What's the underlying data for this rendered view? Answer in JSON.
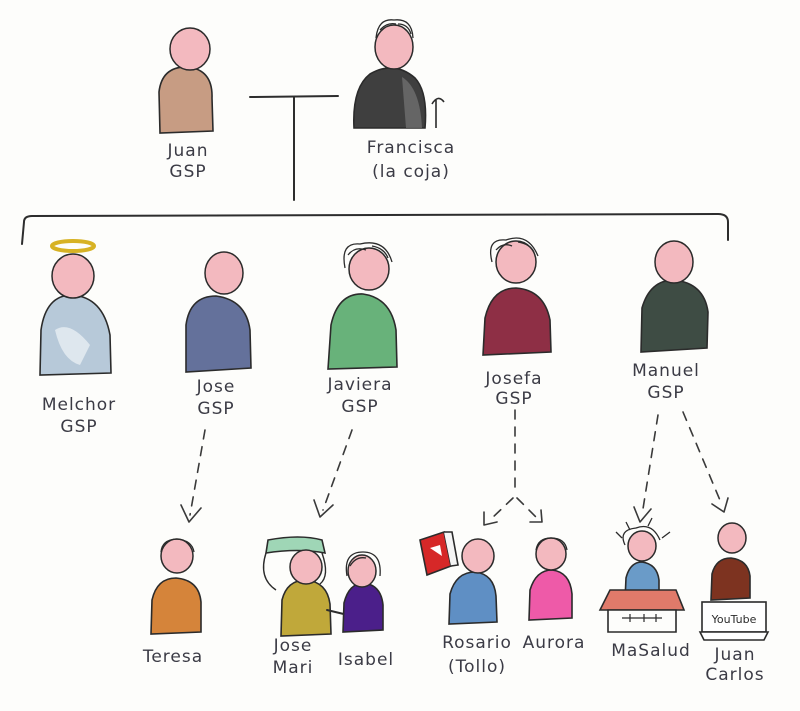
{
  "parents": {
    "father": {
      "line1": "Juan",
      "line2": "GSP",
      "color": "#c79c83"
    },
    "mother": {
      "line1": "Francisca",
      "line2": "(la coja)",
      "color": "#3f3f3f"
    }
  },
  "children": [
    {
      "line1": "Melchor",
      "line2": "GSP",
      "color": "#b7c9d9"
    },
    {
      "line1": "Jose",
      "line2": "GSP",
      "color": "#64719b"
    },
    {
      "line1": "Javiera",
      "line2": "GSP",
      "color": "#68b27a"
    },
    {
      "line1": "Josefa",
      "line2": "GSP",
      "color": "#8e2f45"
    },
    {
      "line1": "Manuel",
      "line2": "GSP",
      "color": "#3e4c44"
    }
  ],
  "grandchildren": [
    {
      "line1": "Teresa",
      "line2": "",
      "color": "#d5843a"
    },
    {
      "line1": "Jose",
      "line2": "Mari",
      "color": "#c0a83a"
    },
    {
      "line1": "Isabel",
      "line2": "",
      "color": "#4b1f8a"
    },
    {
      "line1": "Rosario",
      "line2": "(Tollo)",
      "color": "#5f8fc4"
    },
    {
      "line1": "Aurora",
      "line2": "",
      "color": "#ee5aa8"
    },
    {
      "line1": "MaSalud",
      "line2": "",
      "color": "#6a9bc8"
    },
    {
      "line1": "Juan",
      "line2": "Carlos",
      "color": "#7d3320"
    }
  ],
  "props": {
    "halo_color": "#d7b224",
    "book_color": "#d62828",
    "desk_color": "#e07a6a",
    "laptop_label": "YouTube"
  }
}
